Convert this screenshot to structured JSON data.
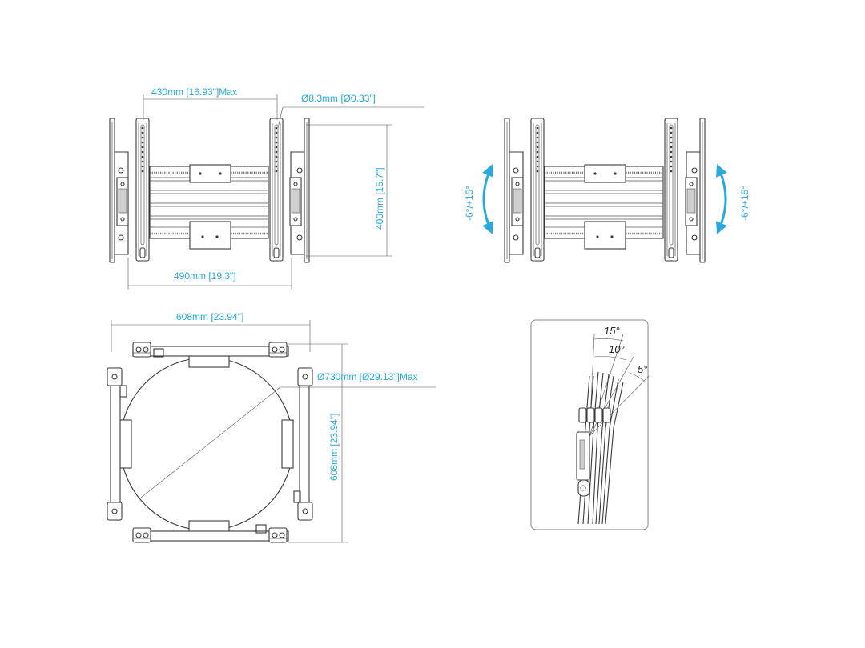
{
  "colors": {
    "dimension": "#29a9de",
    "ink": "#3a3a3a",
    "arrow": "#29a9de"
  },
  "front_view": {
    "width_max": "430mm [16.93\"]Max",
    "hole_dia": "Ø8.3mm [Ø0.33\"]",
    "height": "400mm [15.7\"]",
    "width": "490mm [19.3\"]"
  },
  "tilt_view": {
    "left_range": "-6°/+15°",
    "right_range": "-6°/+15°"
  },
  "top_view": {
    "width": "608mm [23.94\"]",
    "height": "608mm [23.94\"]",
    "ring_dia": "Ø730mm [Ø29.13\"]Max"
  },
  "side_view": {
    "angles": [
      "15°",
      "10°",
      "5°"
    ]
  }
}
